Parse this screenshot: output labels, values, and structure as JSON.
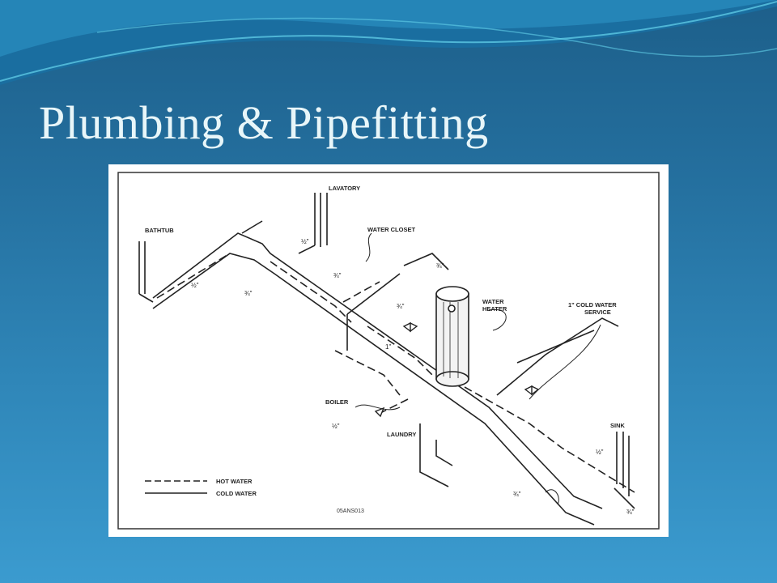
{
  "slide": {
    "title": "Plumbing & Pipefitting",
    "colors": {
      "background": "#2a7fb2",
      "title": "#e8f6f9",
      "wave_light": "#4fc3e0"
    }
  },
  "diagram": {
    "labels": {
      "lavatory": "LAVATORY",
      "bathtub": "BATHTUB",
      "water_closet": "WATER CLOSET",
      "water_heater_1": "WATER",
      "water_heater_2": "HEATER",
      "cold_service_1": "1\" COLD WATER",
      "cold_service_2": "SERVICE",
      "boiler": "BOILER",
      "laundry": "LAUNDRY",
      "sink": "SINK"
    },
    "dimensions": {
      "half_bathtub": "½\"",
      "threeq_bath": "¾\"",
      "half_lav": "½\"",
      "threeq_wc": "¾\"",
      "threeq_heater": "¾\"",
      "threeq_mid": "¾\"",
      "one_inch": "1\"",
      "half_boiler": "½\"",
      "threeq_laundry": "¾\"",
      "half_sink": "½\"",
      "threeq_sink": "¾\""
    },
    "legend": {
      "hot": "HOT WATER",
      "cold": "COLD WATER"
    },
    "code": "05ANS013"
  }
}
